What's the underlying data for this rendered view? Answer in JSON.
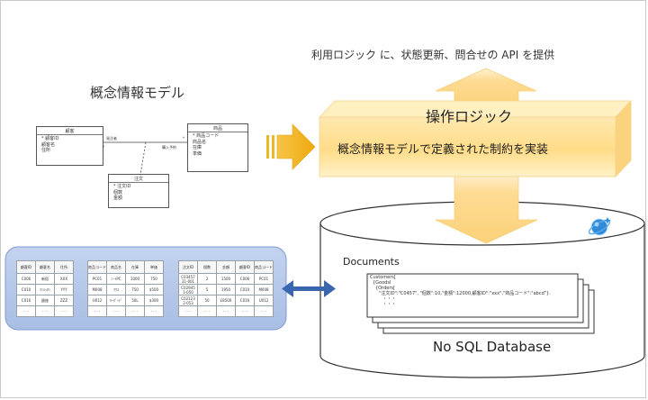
{
  "api_caption": "利用ロジック に、状態更新、問合せの API を提供",
  "concept_model_title": "概念情報モデル",
  "logic_title": "操作ロジック",
  "logic_description": "概念情報モデルで定義された制約を実装",
  "documents_label": "Documents",
  "database_label": "No SQL Database",
  "uml": {
    "customer": {
      "title": "顧客",
      "attrs": [
        "* 顧客ID",
        "顧客名",
        "住所"
      ]
    },
    "product": {
      "title": "商品",
      "attrs": [
        "* 商品コード",
        "商品名",
        "在庫",
        "単価"
      ]
    },
    "order": {
      "title": "注文",
      "attrs": [
        "* 注文ID",
        "個数",
        "金額"
      ]
    },
    "assoc_orderer": "発注者",
    "assoc_purchased": "購入予約",
    "mult_left": "*",
    "mult_right": "*"
  },
  "tables": {
    "customers": {
      "header": [
        "顧客ID",
        "顧客名",
        "住所"
      ],
      "rows": [
        [
          "C006",
          "新宿",
          "XXX"
        ],
        [
          "C010",
          "ﾏﾝﾊｯﾀﾝ",
          "YYY"
        ],
        [
          "C016",
          "銀座",
          "ZZZ"
        ],
        [
          "· · ·",
          "· · ·",
          "· · ·"
        ]
      ]
    },
    "products": {
      "header": [
        "商品コード",
        "商品名",
        "在庫",
        "単価"
      ],
      "rows": [
        [
          "PC01",
          "ﾉｰﾄPC",
          "1000",
          "750"
        ],
        [
          "M008",
          "ﾏｳｽ",
          "750",
          "$500"
        ],
        [
          "U012",
          "ｷｰﾎﾞｰﾄﾞ",
          "50L",
          "$300"
        ],
        [
          "· · ·",
          "· · ·",
          "· · ·",
          "· · ·"
        ]
      ]
    },
    "orders": {
      "header": [
        "注文ID",
        "個数",
        "金額",
        "顧客ID",
        "商品コード"
      ],
      "rows": [
        [
          "C03457 31-001",
          "2",
          "1500",
          "C006",
          "PC01"
        ],
        [
          "C02945 1-050",
          "5",
          "1950",
          "C010",
          "M008"
        ],
        [
          "C02123 2-053",
          "50",
          "£8500",
          "C016",
          "U012"
        ],
        [
          "· · ·",
          "· · ·",
          "· · ·",
          "· · ·",
          "· · ·"
        ]
      ]
    }
  },
  "document_lines": [
    "Customers[",
    "{Goodsl",
    "{Orders[",
    "\"注文ID\":\"C0457\", \"個数\":10,\"金額\":12000,顧客ID\":\"xxx\",\"商品コード\":\"abcd\"}.",
    "・・・",
    "・・・"
  ],
  "colors": {
    "up_arrow": "#fcd98c",
    "logic_box": "#ffe39a",
    "gold_arrow": "#f3b419",
    "table_panel": "#b3c6e7",
    "connector": "#3a66b0",
    "cosmos_icon": "#2f8ad8"
  },
  "icons": {
    "cosmos": "cosmos-db-icon",
    "double_arrow": "double-arrow-icon",
    "right_arrow": "gold-arrow-icon"
  }
}
